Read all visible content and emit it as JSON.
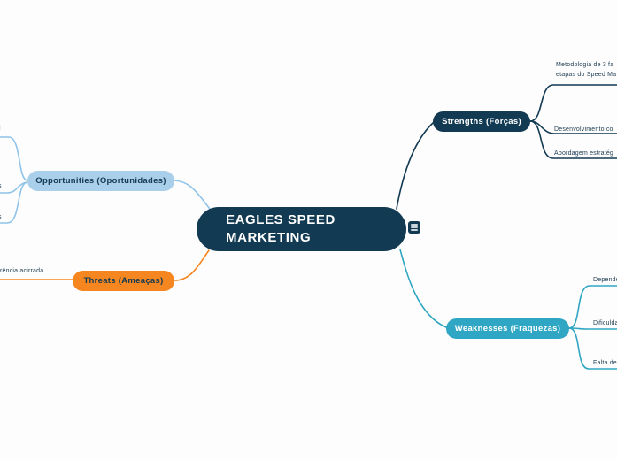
{
  "colors": {
    "navy": "#123a52",
    "teal": "#2fa6c3",
    "light_blue": "#a9cfea",
    "light_blue_line": "#8fc3e8",
    "orange": "#f6861f",
    "leaf_text": "#1b3a50",
    "bg": "#fdfdfd"
  },
  "central": {
    "title_line1": "EAGLES SPEED",
    "title_line2": "MARKETING",
    "icon": "notes-icon"
  },
  "strengths": {
    "label": "Strengths (Forças)",
    "leaves": [
      {
        "line1": "Metodologia de 3 fa",
        "line2": "etapas do Speed Ma"
      },
      {
        "line1": "Desenvolvimento co"
      },
      {
        "line1": "Abordagem estratég"
      }
    ]
  },
  "weaknesses": {
    "label": "Weaknesses (Fraquezas)",
    "leaves": [
      {
        "line1": "Depende"
      },
      {
        "line1": "Dificulda"
      },
      {
        "line1": "Falta de"
      }
    ]
  },
  "opportunities": {
    "label": "Opportunities (Oportunidades)",
    "leaves": [
      {
        "line1": "l"
      },
      {
        "line1": "s"
      },
      {
        "line1": "s"
      }
    ]
  },
  "threats": {
    "label": "Threats (Ameaças)",
    "leaves": [
      {
        "line1": "rência acirrada"
      }
    ]
  }
}
